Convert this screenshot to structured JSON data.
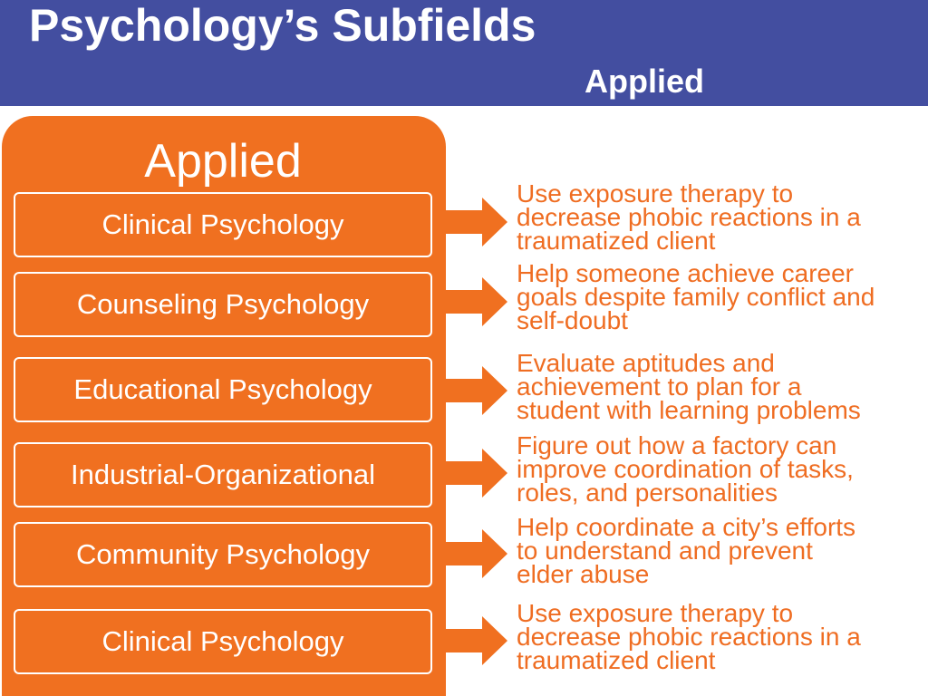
{
  "header": {
    "title": "Psychology’s Subfields",
    "subtitle": "Applied"
  },
  "panel": {
    "title": "Applied"
  },
  "rows": [
    {
      "label": "Clinical Psychology",
      "description": [
        "Use exposure therapy to",
        "decrease phobic reactions in a",
        "traumatized client"
      ]
    },
    {
      "label": "Counseling Psychology",
      "description": [
        "Help someone achieve career",
        "goals despite family conflict and",
        "self-doubt"
      ]
    },
    {
      "label": "Educational Psychology",
      "description": [
        "Evaluate aptitudes and",
        "achievement to plan for a",
        "student with learning problems"
      ]
    },
    {
      "label": "Industrial-Organizational",
      "description": [
        "Figure out how a factory can",
        "improve coordination of tasks,",
        "roles, and personalities"
      ]
    },
    {
      "label": "Community Psychology",
      "description": [
        "Help coordinate a city’s efforts",
        "to understand and prevent",
        "elder abuse"
      ]
    },
    {
      "label": "Clinical Psychology",
      "description": [
        "Use exposure therapy to",
        "decrease phobic reactions in a",
        "traumatized client"
      ]
    }
  ],
  "colors": {
    "header_bg": "#434ea0",
    "panel_bg": "#f07020",
    "description_text": "#ef6d22",
    "arrow": "#f07020"
  },
  "icons": {
    "arrow": "arrow-right-icon"
  }
}
